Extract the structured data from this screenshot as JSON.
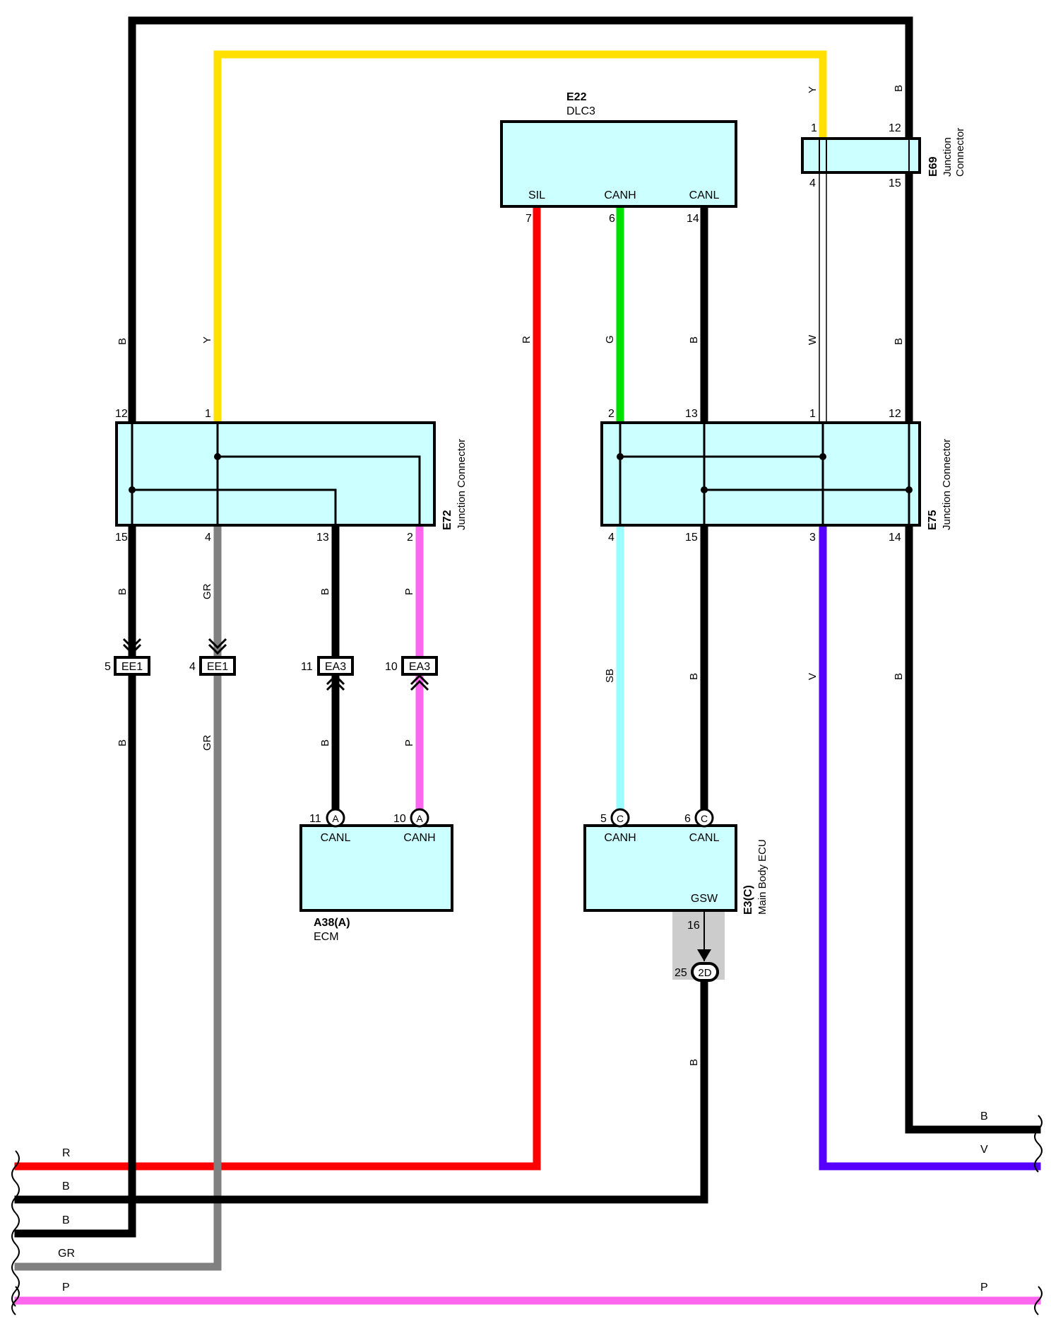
{
  "wire_colors": {
    "B": "#000000",
    "Y": "#ffe000",
    "R": "#ff0000",
    "G": "#00e000",
    "W": "#ffffff",
    "GR": "#808080",
    "P": "#ff66ee",
    "SB": "#99ffff",
    "V": "#5500ff"
  },
  "box_fill": "#ccffff",
  "components": {
    "e22": {
      "code": "E22",
      "name": "DLC3",
      "pins": {
        "sil": "SIL",
        "canh": "CANH",
        "canl": "CANL"
      }
    },
    "e69": {
      "code": "E69",
      "name_line1": "Junction",
      "name_line2": "Connector"
    },
    "e72": {
      "code": "E72",
      "name": "Junction Connector"
    },
    "e75": {
      "code": "E75",
      "name": "Junction Connector"
    },
    "a38": {
      "code": "A38(A)",
      "name": "ECM",
      "pins": {
        "canl": "CANL",
        "canh": "CANH"
      }
    },
    "e3": {
      "code": "E3(C)",
      "name": "Main Body ECU",
      "pins": {
        "canh": "CANH",
        "canl": "CANL",
        "gsw": "GSW"
      }
    }
  },
  "pin_numbers": {
    "e22_7": "7",
    "e22_6": "6",
    "e22_14": "14",
    "e69_1": "1",
    "e69_12": "12",
    "e69_4": "4",
    "e69_15": "15",
    "e72_12": "12",
    "e72_1": "1",
    "e72_15": "15",
    "e72_4": "4",
    "e72_13": "13",
    "e72_2": "2",
    "e75_2": "2",
    "e75_13": "13",
    "e75_1": "1",
    "e75_12": "12",
    "e75_4": "4",
    "e75_15": "15",
    "e75_3": "3",
    "e75_14": "14",
    "ee1_5": "5",
    "ee1_4": "4",
    "ea3_11": "11",
    "ea3_10": "10",
    "a38_11": "11",
    "a38_10": "10",
    "e3_5": "5",
    "e3_6": "6",
    "e3_16": "16",
    "j2d_25": "25"
  },
  "inline_connectors": {
    "ee1": "EE1",
    "ea3": "EA3",
    "j2d": "2D",
    "marker_a": "A",
    "marker_c": "C"
  },
  "wire_labels": {
    "b": "B",
    "y": "Y",
    "r": "R",
    "g": "G",
    "w": "W",
    "gr": "GR",
    "p": "P",
    "sb": "SB",
    "v": "V"
  },
  "bus_labels": {
    "r": "R",
    "b1": "B",
    "b2": "B",
    "gr": "GR",
    "p_left": "P",
    "b_right": "B",
    "v_right": "V",
    "p_right": "P"
  }
}
